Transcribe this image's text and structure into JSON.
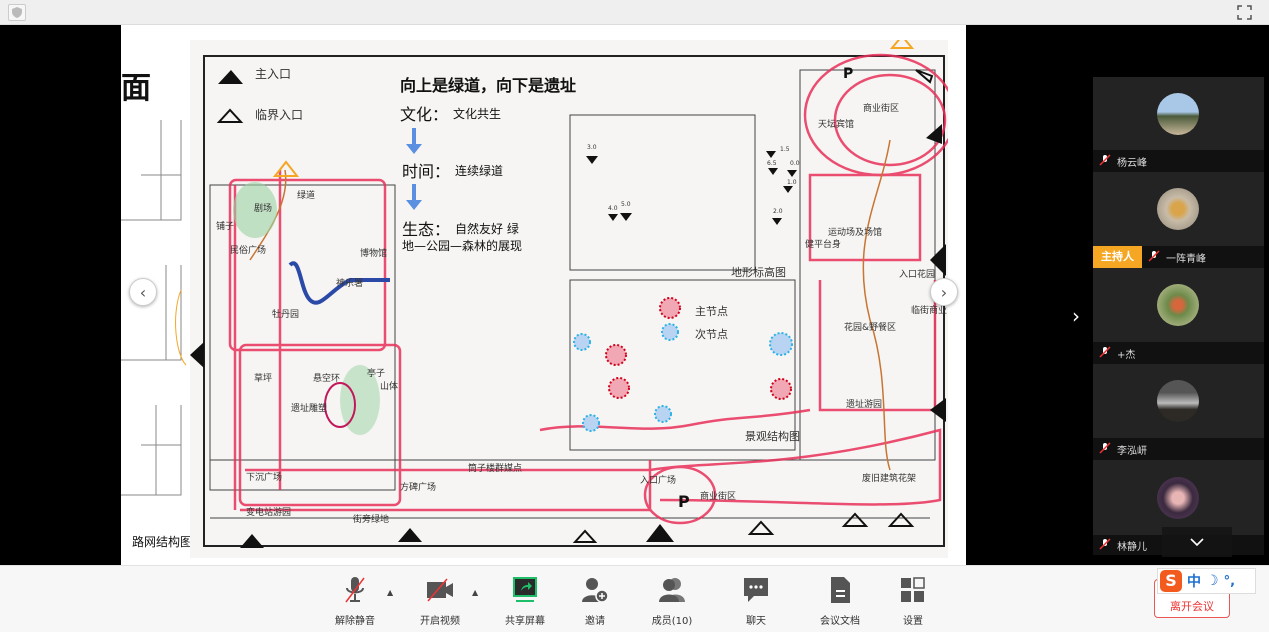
{
  "window": {
    "shield_icon": "shield-icon",
    "fullscreen_icon": "fullscreen-icon"
  },
  "slide": {
    "prev_title_fragment": "面",
    "prev_caption": "路网结构图",
    "legend": {
      "main_entrance": "主入口",
      "edge_entrance": "临界入口"
    },
    "heading": "向上是绿道，向下是遗址",
    "concept": [
      {
        "label": "文化：",
        "text": "文化共生"
      },
      {
        "label": "时间：",
        "text": "连续绿道"
      },
      {
        "label": "生态：",
        "text": "自然友好  绿",
        "text2": "地—公园—森林的展现"
      }
    ],
    "map_labels": {
      "greenway": "绿道",
      "theater": "剧场",
      "shops": "铺子",
      "folk_square": "民俗广场",
      "museum": "博物馆",
      "kagura": "神乐署",
      "peony": "牡丹园",
      "lawn": "草坪",
      "ring": "悬空环",
      "pavilion": "亭子",
      "hill": "山体",
      "ruin_sculpture": "遗址雕塑",
      "sunken": "下沉广场",
      "stele": "方碑广场",
      "tube_building": "筒子楼群媒点",
      "substation": "变电站游园",
      "street_green": "街旁绿地",
      "entry_square": "入口广场",
      "commercial_south": "商业街区",
      "parking": "P",
      "trellis": "废旧建筑花架",
      "landscape_title": "景观结构图",
      "main_node": "主节点",
      "sub_node": "次节点",
      "ruin_garden": "遗址游园",
      "picnic": "花园&野餐区",
      "street_commercial": "临街商业",
      "entry_garden": "入口花园",
      "sports": "运动场及场馆",
      "fitness": "健平台身",
      "terrain_title": "地形标高图",
      "hotel": "天坛宾馆",
      "commercial_north": "商业街区"
    },
    "elevations": [
      "3.0",
      "5.0",
      "4.0",
      "1.5",
      "6.5",
      "0.0",
      "1.0",
      "2.0"
    ],
    "colors": {
      "red_line": "#e8305a",
      "orange": "#f5a623",
      "blue_arrow": "#5b8fe0"
    }
  },
  "nav": {
    "prev": "‹",
    "next": "›",
    "panel_toggle": "›"
  },
  "participants": [
    {
      "name": "杨云峰",
      "host": false
    },
    {
      "name": "一阵青峰",
      "host": true,
      "host_label": "主持人"
    },
    {
      "name": "+杰",
      "host": false
    },
    {
      "name": "李泓岍",
      "host": false
    },
    {
      "name": "林静儿",
      "host": false
    }
  ],
  "toolbar": {
    "unmute": "解除静音",
    "video": "开启视频",
    "share": "共享屏幕",
    "invite": "邀请",
    "members": "成员(10)",
    "chat": "聊天",
    "docs": "会议文档",
    "settings": "设置",
    "leave": "离开会议"
  },
  "ime": {
    "mode": "中",
    "logo": "S",
    "moon": "☽",
    "punct": "°,"
  }
}
